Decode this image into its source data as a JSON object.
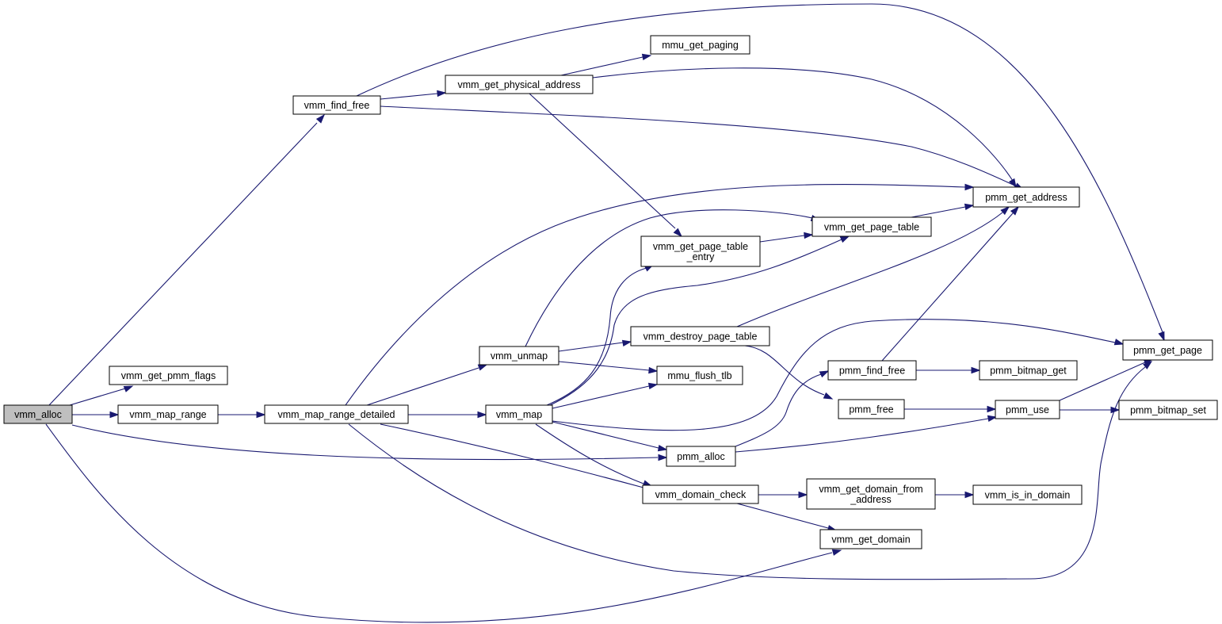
{
  "graph": {
    "edge_color": "#191970",
    "root_fill": "#bfbfbf",
    "nodes": [
      {
        "id": "vmm_alloc",
        "lines": [
          "vmm_alloc"
        ],
        "root": true
      },
      {
        "id": "vmm_get_pmm_flags",
        "lines": [
          "vmm_get_pmm_flags"
        ]
      },
      {
        "id": "vmm_map_range",
        "lines": [
          "vmm_map_range"
        ]
      },
      {
        "id": "vmm_find_free",
        "lines": [
          "vmm_find_free"
        ]
      },
      {
        "id": "vmm_map_range_detailed",
        "lines": [
          "vmm_map_range_detailed"
        ]
      },
      {
        "id": "vmm_get_physical_address",
        "lines": [
          "vmm_get_physical_address"
        ]
      },
      {
        "id": "mmu_get_paging",
        "lines": [
          "mmu_get_paging"
        ]
      },
      {
        "id": "vmm_unmap",
        "lines": [
          "vmm_unmap"
        ]
      },
      {
        "id": "vmm_map",
        "lines": [
          "vmm_map"
        ]
      },
      {
        "id": "vmm_get_page_table_entry",
        "lines": [
          "vmm_get_page_table",
          "_entry"
        ]
      },
      {
        "id": "vmm_destroy_page_table",
        "lines": [
          "vmm_destroy_page_table"
        ]
      },
      {
        "id": "mmu_flush_tlb",
        "lines": [
          "mmu_flush_tlb"
        ]
      },
      {
        "id": "pmm_alloc",
        "lines": [
          "pmm_alloc"
        ]
      },
      {
        "id": "vmm_domain_check",
        "lines": [
          "vmm_domain_check"
        ]
      },
      {
        "id": "vmm_get_page_table",
        "lines": [
          "vmm_get_page_table"
        ]
      },
      {
        "id": "pmm_find_free",
        "lines": [
          "pmm_find_free"
        ]
      },
      {
        "id": "pmm_free",
        "lines": [
          "pmm_free"
        ]
      },
      {
        "id": "vmm_get_domain_from_address",
        "lines": [
          "vmm_get_domain_from",
          "_address"
        ]
      },
      {
        "id": "vmm_get_domain",
        "lines": [
          "vmm_get_domain"
        ]
      },
      {
        "id": "pmm_get_address",
        "lines": [
          "pmm_get_address"
        ]
      },
      {
        "id": "pmm_use",
        "lines": [
          "pmm_use"
        ]
      },
      {
        "id": "pmm_bitmap_get",
        "lines": [
          "pmm_bitmap_get"
        ]
      },
      {
        "id": "vmm_is_in_domain",
        "lines": [
          "vmm_is_in_domain"
        ]
      },
      {
        "id": "pmm_get_page",
        "lines": [
          "pmm_get_page"
        ]
      },
      {
        "id": "pmm_bitmap_set",
        "lines": [
          "pmm_bitmap_set"
        ]
      }
    ],
    "edges": [
      {
        "from": "vmm_alloc",
        "to": "vmm_get_pmm_flags"
      },
      {
        "from": "vmm_alloc",
        "to": "vmm_map_range"
      },
      {
        "from": "vmm_alloc",
        "to": "vmm_find_free"
      },
      {
        "from": "vmm_alloc",
        "to": "pmm_alloc"
      },
      {
        "from": "vmm_alloc",
        "to": "vmm_get_domain"
      },
      {
        "from": "vmm_map_range",
        "to": "vmm_map_range_detailed"
      },
      {
        "from": "vmm_find_free",
        "to": "vmm_get_physical_address"
      },
      {
        "from": "vmm_find_free",
        "to": "pmm_get_page"
      },
      {
        "from": "vmm_find_free",
        "to": "pmm_get_address"
      },
      {
        "from": "vmm_get_physical_address",
        "to": "mmu_get_paging"
      },
      {
        "from": "vmm_get_physical_address",
        "to": "pmm_get_address"
      },
      {
        "from": "vmm_get_physical_address",
        "to": "vmm_get_page_table_entry"
      },
      {
        "from": "vmm_map_range_detailed",
        "to": "vmm_map"
      },
      {
        "from": "vmm_map_range_detailed",
        "to": "vmm_unmap"
      },
      {
        "from": "vmm_map_range_detailed",
        "to": "pmm_get_address"
      },
      {
        "from": "vmm_map_range_detailed",
        "to": "vmm_domain_check"
      },
      {
        "from": "vmm_map_range_detailed",
        "to": "pmm_get_page"
      },
      {
        "from": "vmm_unmap",
        "to": "vmm_get_page_table"
      },
      {
        "from": "vmm_unmap",
        "to": "vmm_destroy_page_table"
      },
      {
        "from": "vmm_unmap",
        "to": "mmu_flush_tlb"
      },
      {
        "from": "vmm_map",
        "to": "vmm_get_page_table_entry"
      },
      {
        "from": "vmm_map",
        "to": "vmm_get_page_table"
      },
      {
        "from": "vmm_map",
        "to": "mmu_flush_tlb"
      },
      {
        "from": "vmm_map",
        "to": "pmm_get_page"
      },
      {
        "from": "vmm_map",
        "to": "pmm_alloc"
      },
      {
        "from": "vmm_map",
        "to": "vmm_domain_check"
      },
      {
        "from": "vmm_get_page_table_entry",
        "to": "vmm_get_page_table"
      },
      {
        "from": "vmm_get_page_table",
        "to": "pmm_get_address"
      },
      {
        "from": "vmm_destroy_page_table",
        "to": "pmm_get_address"
      },
      {
        "from": "vmm_destroy_page_table",
        "to": "pmm_free"
      },
      {
        "from": "pmm_alloc",
        "to": "pmm_find_free"
      },
      {
        "from": "pmm_alloc",
        "to": "pmm_use"
      },
      {
        "from": "pmm_find_free",
        "to": "pmm_bitmap_get"
      },
      {
        "from": "pmm_find_free",
        "to": "pmm_get_address"
      },
      {
        "from": "pmm_free",
        "to": "pmm_use"
      },
      {
        "from": "pmm_use",
        "to": "pmm_bitmap_set"
      },
      {
        "from": "pmm_use",
        "to": "pmm_get_page"
      },
      {
        "from": "vmm_domain_check",
        "to": "vmm_get_domain_from_address"
      },
      {
        "from": "vmm_domain_check",
        "to": "vmm_get_domain"
      },
      {
        "from": "vmm_get_domain_from_address",
        "to": "vmm_is_in_domain"
      }
    ]
  }
}
